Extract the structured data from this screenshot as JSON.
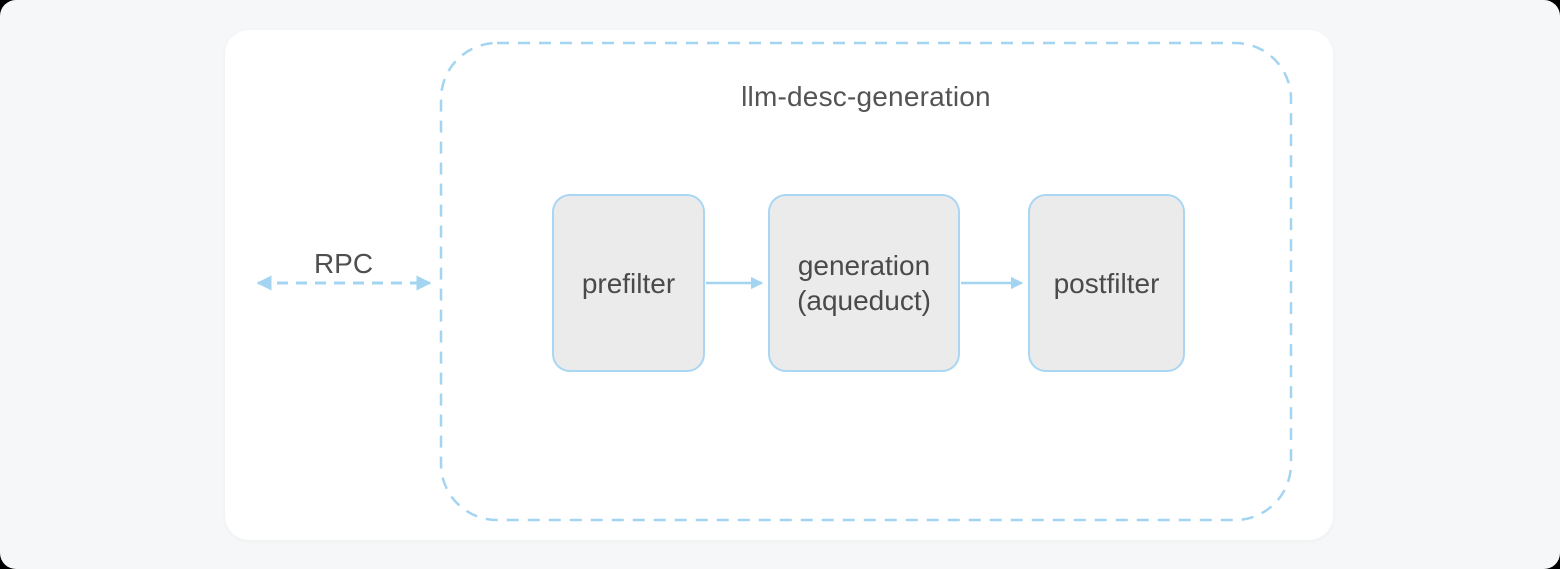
{
  "canvas": {
    "page_background": "#f6f7f8",
    "card_background": "#ffffff",
    "accent_blue": "#a3d4f2",
    "node_fill": "#ebebeb",
    "node_border": "#a9d6f3",
    "text_color": "#4a4a4a"
  },
  "diagram": {
    "container": {
      "label": "llm-desc-generation"
    },
    "rpc": {
      "label": "RPC"
    },
    "nodes": [
      {
        "id": "prefilter",
        "label": "prefilter"
      },
      {
        "id": "generation",
        "label": "generation\n(aqueduct)"
      },
      {
        "id": "postfilter",
        "label": "postfilter"
      }
    ],
    "connections": [
      {
        "from": "external",
        "to": "llm-desc-generation",
        "label": "RPC",
        "style": "dashed-double-arrow"
      },
      {
        "from": "prefilter",
        "to": "generation",
        "style": "solid-arrow"
      },
      {
        "from": "generation",
        "to": "postfilter",
        "style": "solid-arrow"
      }
    ]
  }
}
